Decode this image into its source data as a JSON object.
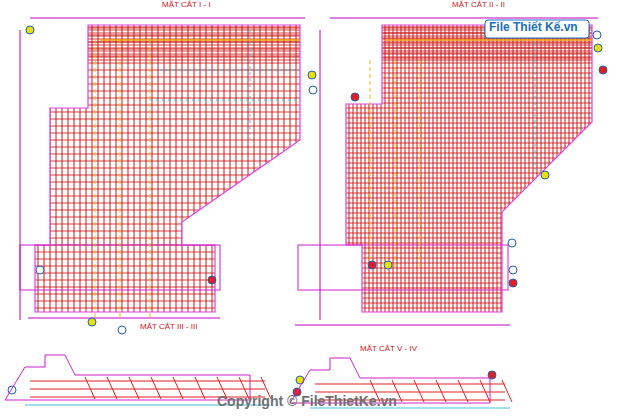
{
  "diagram": {
    "labels": [
      "MẶT CẮT I - I",
      "MẶT CẮT II - II",
      "MẶT CẮT III - III",
      "MẶT CẮT V - IV",
      "File Thiết Kế.vn",
      "Copyright © FileThietKe.vn"
    ]
  }
}
